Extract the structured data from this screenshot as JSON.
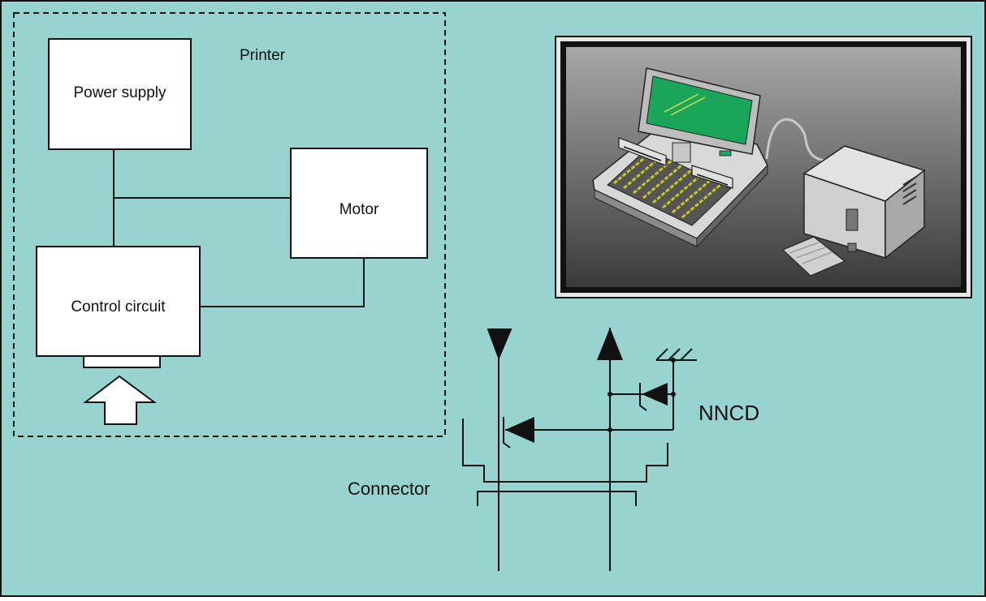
{
  "labels": {
    "printer": "Printer",
    "power_supply": "Power supply",
    "motor": "Motor",
    "control_circuit": "Control circuit",
    "connector": "Connector",
    "nncd": "NNCD"
  },
  "colors": {
    "background": "#97d4d0",
    "line": "#111111",
    "box_fill": "#ffffff",
    "screen": "#1aa65a",
    "keys": "#b3b31a"
  }
}
